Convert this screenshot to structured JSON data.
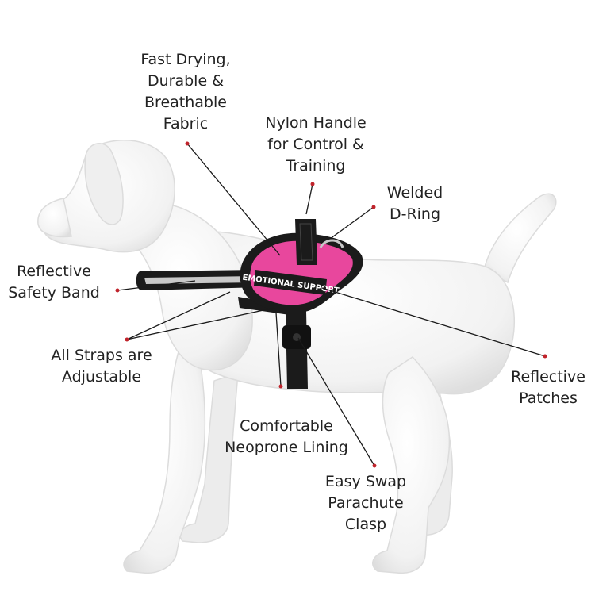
{
  "colors": {
    "harness_pink": "#e8479d",
    "harness_dark": "#1b1b1b",
    "reflective_band": "#c9c9c9",
    "dog_white": "#f4f4f4",
    "dog_shadow": "#d9d9d9",
    "leader_line": "#1a1a1a",
    "marker": "#c0232b"
  },
  "patch_text": "EMOTIONAL SUPPORT",
  "callouts": [
    {
      "id": "fabric",
      "lines": [
        "Fast Drying,",
        "Durable &",
        "Breathable",
        "Fabric"
      ]
    },
    {
      "id": "handle",
      "lines": [
        "Nylon Handle",
        "for Control &",
        "Training"
      ]
    },
    {
      "id": "d-ring",
      "lines": [
        "Welded",
        "D-Ring"
      ]
    },
    {
      "id": "band",
      "lines": [
        "Reflective",
        "Safety Band"
      ]
    },
    {
      "id": "straps",
      "lines": [
        "All Straps are",
        "Adjustable"
      ]
    },
    {
      "id": "patches",
      "lines": [
        "Reflective",
        "Patches"
      ]
    },
    {
      "id": "lining",
      "lines": [
        "Comfortable",
        "Neoprone Lining"
      ]
    },
    {
      "id": "clasp",
      "lines": [
        "Easy Swap",
        "Parachute",
        "Clasp"
      ]
    }
  ]
}
